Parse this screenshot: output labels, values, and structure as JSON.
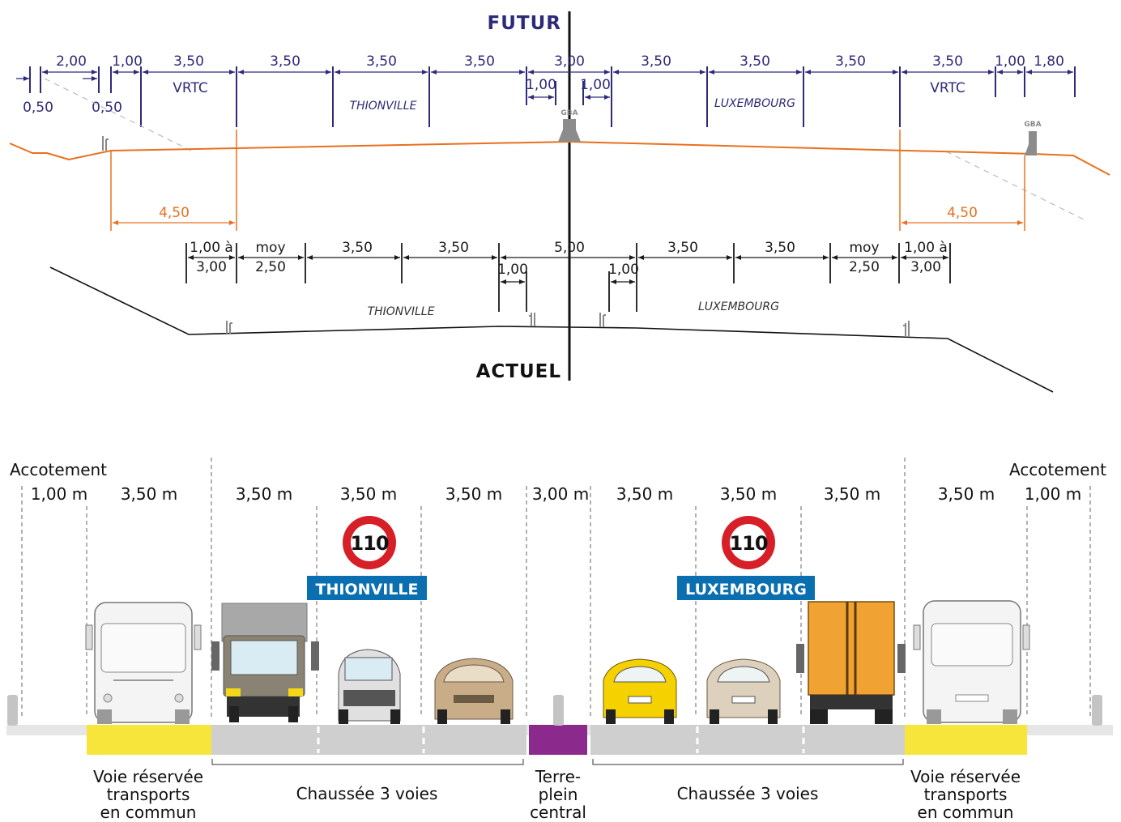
{
  "futur": {
    "title": "FUTUR",
    "top_dims": [
      "2,00",
      "1,00",
      "3,50",
      "3,50",
      "3,50",
      "3,50",
      "3,00",
      "3,50",
      "3,50",
      "3,50",
      "3,50",
      "1,00",
      "1,80"
    ],
    "sub_dims": {
      "left_a": "0,50",
      "left_b": "0,50",
      "center_left": "1,00",
      "center_right": "1,00"
    },
    "labels": {
      "vrtc_left": "VRTC",
      "vrtc_right": "VRTC",
      "thionville": "THIONVILLE",
      "luxembourg": "LUXEMBOURG",
      "gba_center": "GBA",
      "gba_right": "GBA"
    },
    "offset_left": "4,50",
    "offset_right": "4,50"
  },
  "actuel": {
    "title": "ACTUEL",
    "dims_left": {
      "shoulder_top": "1,00 à",
      "shoulder_bottom": "3,00",
      "moy": "moy",
      "moy_val": "2,50",
      "lane1": "3,50",
      "lane2": "3,50"
    },
    "center": "5,00",
    "center_left": "1,00",
    "center_right": "1,00",
    "dims_right": {
      "lane1": "3,50",
      "lane2": "3,50",
      "moy": "moy",
      "moy_val": "2,50",
      "shoulder_top": "1,00 à",
      "shoulder_bottom": "3,00"
    },
    "labels": {
      "thionville": "THIONVILLE",
      "luxembourg": "LUXEMBOURG"
    }
  },
  "cross_section": {
    "accotement_left": "Accotement",
    "accotement_right": "Accotement",
    "widths": [
      "1,00 m",
      "3,50 m",
      "3,50 m",
      "3,50 m",
      "3,50 m",
      "3,00 m",
      "3,50 m",
      "3,50 m",
      "3,50 m",
      "3,50 m",
      "1,00 m"
    ],
    "speed_limit": "110",
    "direction_left": "THIONVILLE",
    "direction_right": "LUXEMBOURG",
    "captions": {
      "bus_lane_left": [
        "Voie réservée",
        "transports",
        "en commun"
      ],
      "carriageway_left": "Chaussée 3 voies",
      "median": [
        "Terre-",
        "plein",
        "central"
      ],
      "carriageway_right": "Chaussée 3 voies",
      "bus_lane_right": [
        "Voie réservée",
        "transports",
        "en commun"
      ]
    }
  },
  "colors": {
    "navy": "#2e2a7a",
    "orange": "#e8701e",
    "bus_lane": "#f7e53b",
    "median": "#8b2a8c",
    "road": "#cfcfcf",
    "sign_blue": "#0a6fb0",
    "speed_red": "#d61f26"
  }
}
